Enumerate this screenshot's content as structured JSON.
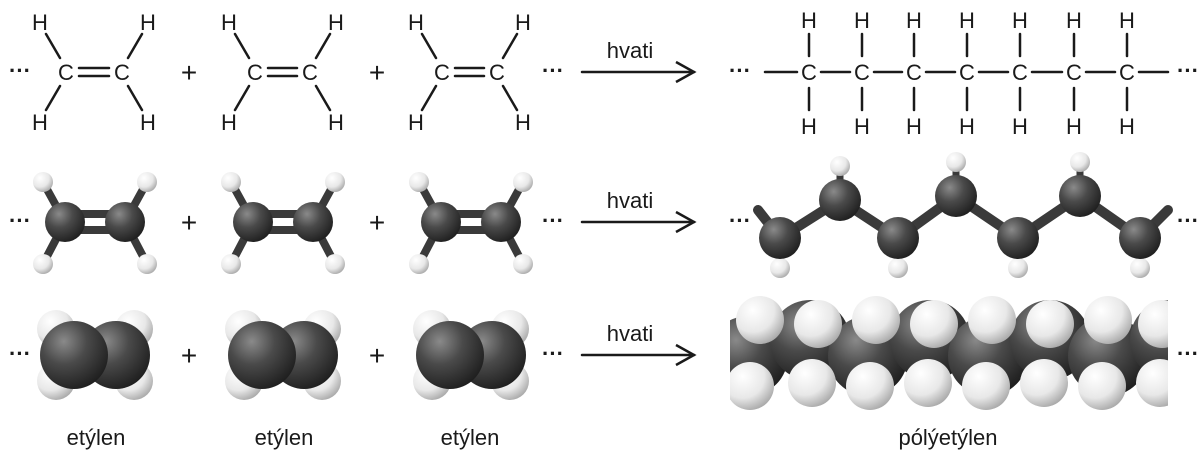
{
  "atoms": {
    "carbon": "C",
    "hydrogen": "H"
  },
  "continuation": "···",
  "plus": "+",
  "arrow_label": "hvati",
  "monomer_label": "etýlen",
  "polymer_label": "pólýetýlen",
  "colors": {
    "carbon": "#3a3a3a",
    "hydrogen": "#f4f4f4",
    "line": "#1a1a1a",
    "background": "#ffffff"
  }
}
